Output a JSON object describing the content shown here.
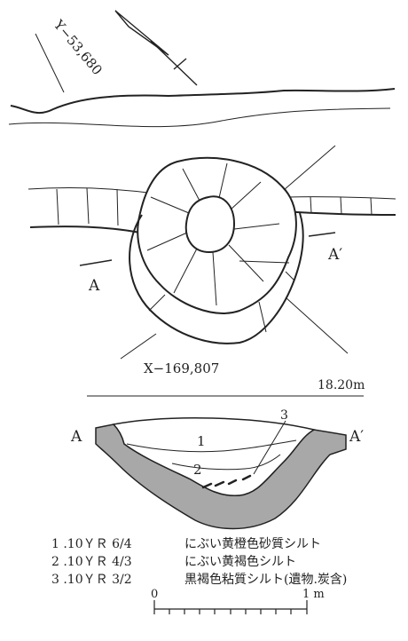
{
  "plan": {
    "grid_label_y": "Y−53,680",
    "grid_label_x": "X−169,807",
    "section_point_a": "A",
    "section_point_a_prime": "A′"
  },
  "section": {
    "elevation": "18.20m",
    "label_a": "A",
    "label_a_prime": "A′",
    "layer_1": "1",
    "layer_2": "2",
    "layer_3": "3"
  },
  "legend": [
    {
      "code": "1 .10ＹＲ 6/4",
      "desc": "にぶい黄橙色砂質シルト"
    },
    {
      "code": "2 .10ＹＲ 4/3",
      "desc": "にぶい黄褐色シルト"
    },
    {
      "code": "3 .10ＹＲ 3/2",
      "desc": "黒褐色粘質シルト(遺物.炭含)"
    }
  ],
  "scale": {
    "start": "0",
    "end": "1 m"
  }
}
